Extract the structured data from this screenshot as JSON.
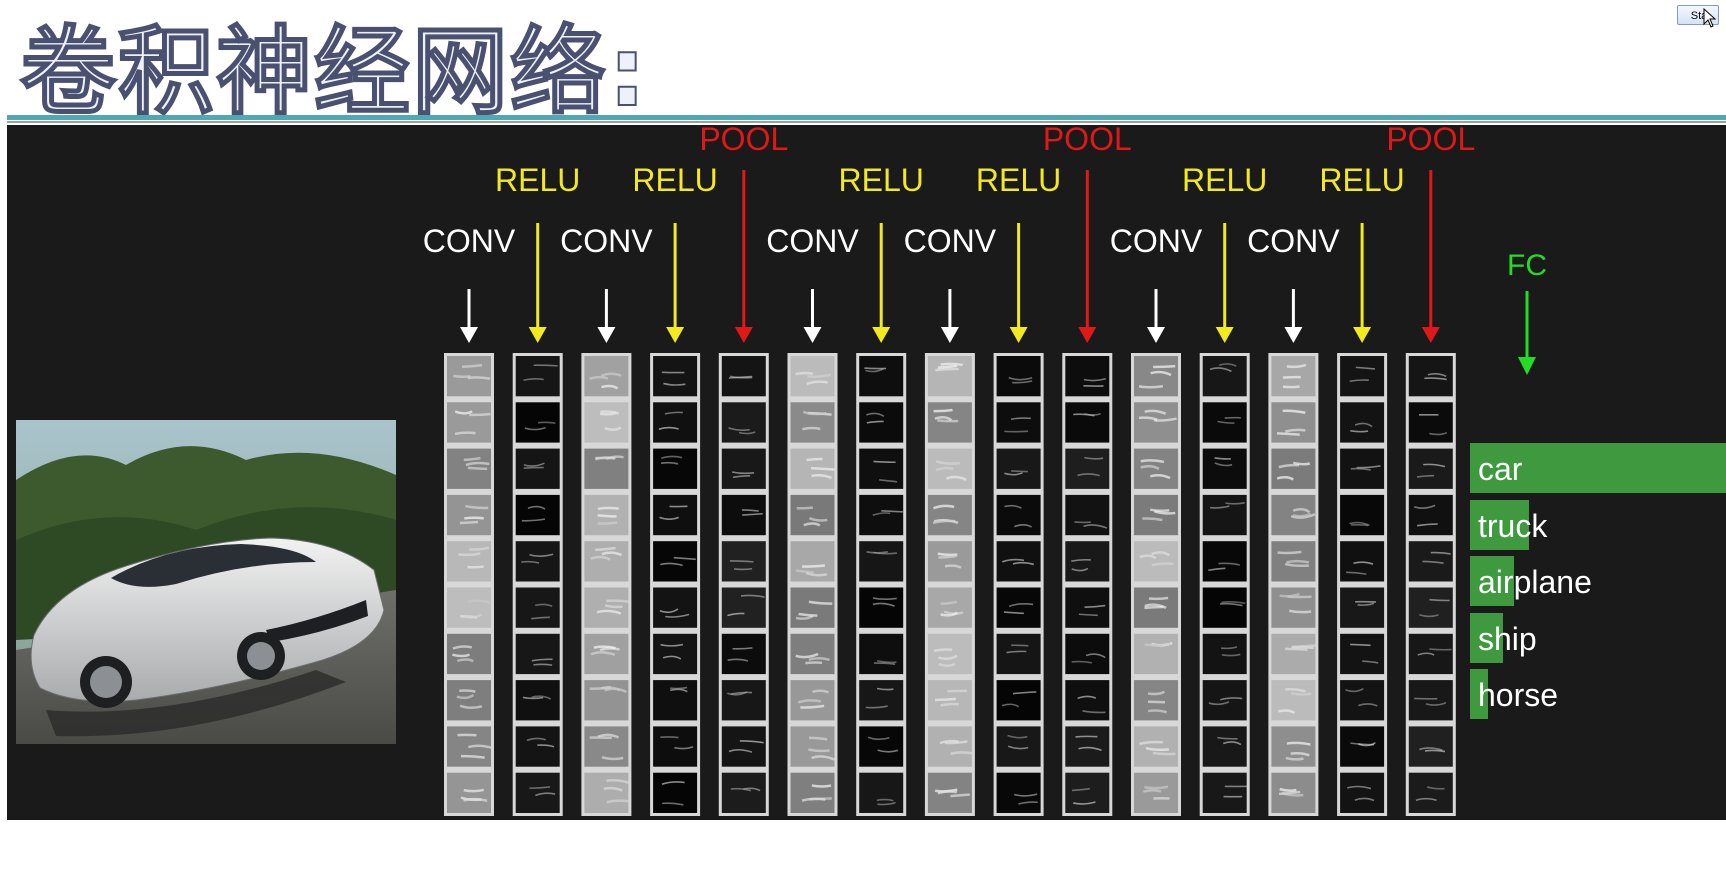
{
  "page": {
    "title": "卷积神经网络:",
    "start_button_label": "Sta"
  },
  "diagram": {
    "layers": [
      {
        "type": "CONV",
        "level": 0,
        "label": "CONV",
        "color": "#ffffff"
      },
      {
        "type": "RELU",
        "level": 1,
        "label": "RELU",
        "color": "#f2ea1c"
      },
      {
        "type": "CONV",
        "level": 0,
        "label": "CONV",
        "color": "#ffffff"
      },
      {
        "type": "RELU",
        "level": 1,
        "label": "RELU",
        "color": "#f2ea1c"
      },
      {
        "type": "POOL",
        "level": 2,
        "label": "POOL",
        "color": "#e01818"
      },
      {
        "type": "CONV",
        "level": 0,
        "label": "CONV",
        "color": "#ffffff"
      },
      {
        "type": "RELU",
        "level": 1,
        "label": "RELU",
        "color": "#f2ea1c"
      },
      {
        "type": "CONV",
        "level": 0,
        "label": "CONV",
        "color": "#ffffff"
      },
      {
        "type": "RELU",
        "level": 1,
        "label": "RELU",
        "color": "#f2ea1c"
      },
      {
        "type": "POOL",
        "level": 2,
        "label": "POOL",
        "color": "#e01818"
      },
      {
        "type": "CONV",
        "level": 0,
        "label": "CONV",
        "color": "#ffffff"
      },
      {
        "type": "RELU",
        "level": 1,
        "label": "RELU",
        "color": "#f2ea1c"
      },
      {
        "type": "CONV",
        "level": 0,
        "label": "CONV",
        "color": "#ffffff"
      },
      {
        "type": "RELU",
        "level": 1,
        "label": "RELU",
        "color": "#f2ea1c"
      },
      {
        "type": "POOL",
        "level": 2,
        "label": "POOL",
        "color": "#e01818"
      }
    ],
    "fc_label": "FC",
    "fc_color": "#22dd22",
    "feature_maps_per_layer": 10,
    "classes": [
      {
        "label": "car",
        "score": 1.0
      },
      {
        "label": "truck",
        "score": 0.23
      },
      {
        "label": "airplane",
        "score": 0.17
      },
      {
        "label": "ship",
        "score": 0.13
      },
      {
        "label": "horse",
        "score": 0.07
      }
    ],
    "bar_color": "#3f9a3f"
  }
}
